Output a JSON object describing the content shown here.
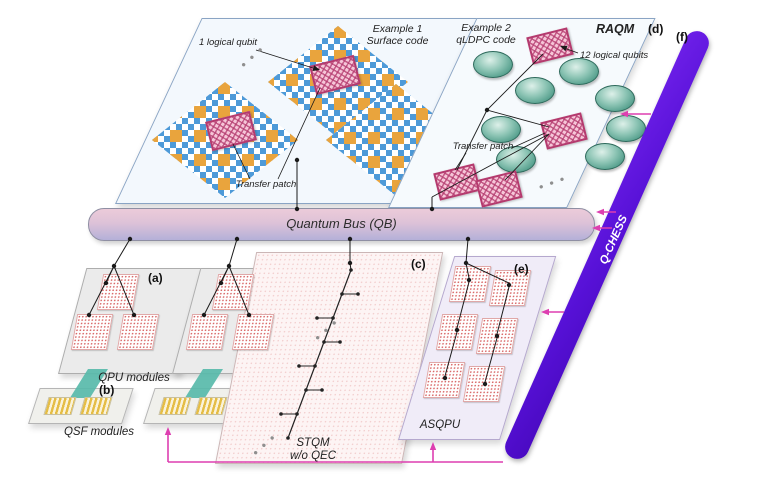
{
  "raqm": {
    "example1_line1": "Example 1",
    "example1_line2": "Surface code",
    "example2_line1": "Example 2",
    "example2_line2": "qLDPC code",
    "title": "RAQM",
    "tag_d": "(d)",
    "one_logical_qubit": "1 logical qubit",
    "twelve_logical_qubits": "12 logical qubits",
    "transfer_patch_surface": "Transfer patch",
    "transfer_patch_qldpc": "Transfer patch"
  },
  "bus": {
    "label": "Quantum Bus (QB)"
  },
  "qpu": {
    "tag": "(a)",
    "label": "QPU modules"
  },
  "qsf": {
    "tag": "(b)",
    "label": "QSF modules"
  },
  "stqm": {
    "tag": "(c)",
    "name_line1": "STQM",
    "name_line2": "w/o QEC"
  },
  "asqpu": {
    "tag": "(e)",
    "label": "ASQPU"
  },
  "qchess": {
    "tag": "(f)",
    "label": "Q-CHESS"
  },
  "dots": "● ● ●",
  "colors": {
    "ribbon_purple": "#5711d7",
    "magenta_arrow": "#dd3fb0",
    "teal_link": "#58baa9",
    "patch_pink": "#b43a6e",
    "tile_blue": "#4e9ad8",
    "tile_orange": "#e9a43d",
    "bus_top": "#eccbd9",
    "bus_bottom": "#b4b0d8"
  }
}
